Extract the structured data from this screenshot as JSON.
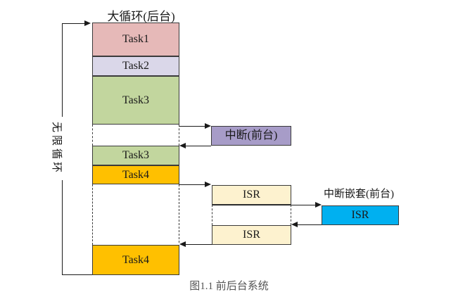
{
  "title": "大循环(后台)",
  "left_bracket": {
    "label": "无限循环"
  },
  "background_column": {
    "segments": [
      {
        "label": "Task1",
        "color": "#e6b9b8"
      },
      {
        "label": "Task2",
        "color": "#dad7e9"
      },
      {
        "label": "Task3",
        "color": "#c2d69e"
      },
      {
        "label": "Task3",
        "color": "#c2d69e"
      },
      {
        "label": "Task4",
        "color": "#ffc000"
      },
      {
        "label": "Task4",
        "color": "#ffc000"
      }
    ]
  },
  "foreground": {
    "interrupt_box": {
      "label": "中断(前台)",
      "color": "#a79cc8"
    },
    "isr_boxes": [
      {
        "label": "ISR",
        "color": "#fdf2cf"
      },
      {
        "label": "ISR",
        "color": "#fdf2cf"
      }
    ],
    "nested_interrupt": {
      "title": "中断嵌套(前台)",
      "box_label": "ISR",
      "color": "#00b0f0"
    }
  },
  "caption_fragment": "图1.1 前后台系统",
  "colors": {
    "line": "#1a1a1a",
    "border": "#3a3a3a",
    "background": "#ffffff"
  }
}
